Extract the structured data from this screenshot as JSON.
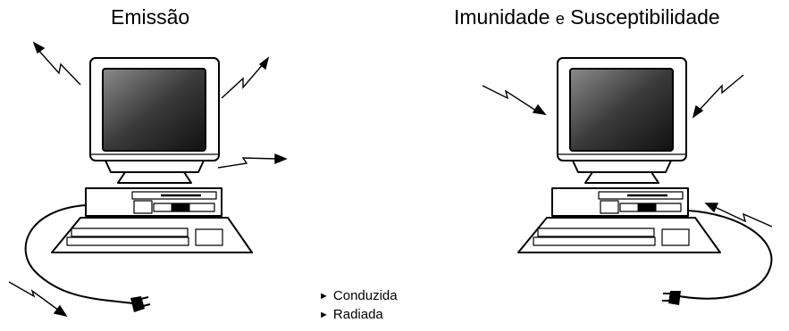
{
  "titles": {
    "left": "Emissão",
    "right_part1": "Imunidade ",
    "right_small": "e",
    "right_part2": " Susceptibilidade"
  },
  "legend": {
    "marker": "►",
    "items": [
      "Conduzida",
      "Radiada"
    ]
  }
}
